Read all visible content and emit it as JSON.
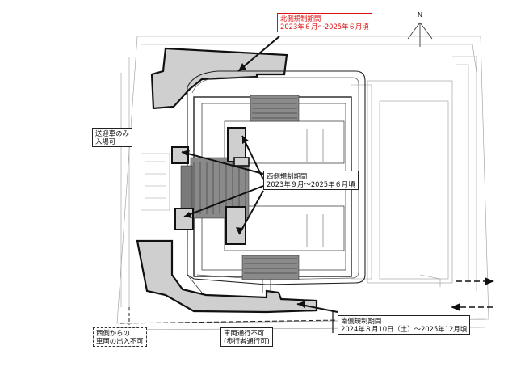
{
  "compass": {
    "north_label": "N"
  },
  "callouts": {
    "north": {
      "title": "北側規制期間",
      "period": "2023年６月～2025年６月頃"
    },
    "west": {
      "title": "西側規制期間",
      "period": "2023年９月～2025年６月頃"
    },
    "south": {
      "title": "南側規制期間",
      "period": "2024年８月10日（土）～2025年12月頃"
    },
    "pickup": {
      "line1": "送迎車のみ",
      "line2": "入場可"
    },
    "west_entry": {
      "line1": "西側からの",
      "line2": "車両の出入不可"
    },
    "no_vehicle": {
      "line1": "車両通行不可",
      "line2": "(歩行者通行可)"
    }
  },
  "colors": {
    "highlight_red": "#dd1111",
    "zone_fill": "#cfcfcf",
    "line": "#222222"
  }
}
